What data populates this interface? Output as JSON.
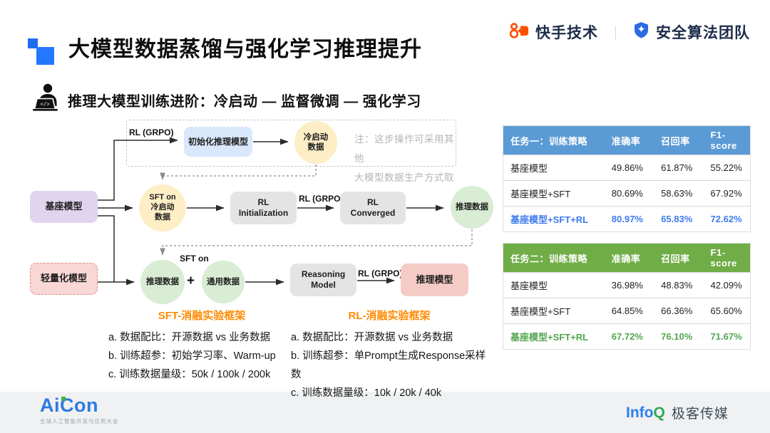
{
  "slide": {
    "title": "大模型数据蒸馏与强化学习推理提升",
    "subtitle": "推理大模型训练进阶：冷启动 — 监督微调 — 强化学习",
    "brand": {
      "org1": "快手技术",
      "divider": "｜",
      "org2": "安全算法团队"
    }
  },
  "flowchart": {
    "note": "注：这步操作可采用其他\n大模型数据生产方式取代",
    "labels": {
      "rl_grpo_top": "RL (GRPO)",
      "rl_grpo_mid": "RL (GRPO)",
      "rl_grpo_bottom": "RL (GRPO)",
      "sft_on": "SFT on",
      "plus": "+"
    },
    "nodes": {
      "init_reasoning_model": "初始化推理模型",
      "cold_start_data": "冷启动\n数据",
      "base_model": "基座模型",
      "sft_cold_start": "SFT on\n冷启动\n数据",
      "rl_initialization": "RL\nInitialization",
      "rl_converged": "RL\nConverged",
      "reasoning_data_mid": "推理数据",
      "lightweight_model": "轻量化模型",
      "reasoning_data": "推理数据",
      "general_data": "通用数据",
      "reasoning_model": "Reasoning\nModel",
      "final_reasoning_model": "推理模型"
    }
  },
  "tables": [
    {
      "header_color": "#5b9bd5",
      "highlight_color": "#3d7bee",
      "columns": [
        "任务一：训练策略",
        "准确率",
        "召回率",
        "F1-score"
      ],
      "rows": [
        {
          "highlight": false,
          "cells": [
            "基座模型",
            "49.86%",
            "61.87%",
            "55.22%"
          ]
        },
        {
          "highlight": false,
          "cells": [
            "基座模型+SFT",
            "80.69%",
            "58.63%",
            "67.92%"
          ]
        },
        {
          "highlight": true,
          "cells": [
            "基座模型+SFT+RL",
            "80.97%",
            "65.83%",
            "72.62%"
          ]
        }
      ]
    },
    {
      "header_color": "#70ad47",
      "highlight_color": "#53a551",
      "columns": [
        "任务二：训练策略",
        "准确率",
        "召回率",
        "F1-score"
      ],
      "rows": [
        {
          "highlight": false,
          "cells": [
            "基座模型",
            "36.98%",
            "48.83%",
            "42.09%"
          ]
        },
        {
          "highlight": false,
          "cells": [
            "基座模型+SFT",
            "64.85%",
            "66.36%",
            "65.60%"
          ]
        },
        {
          "highlight": true,
          "cells": [
            "基座模型+SFT+RL",
            "67.72%",
            "76.10%",
            "71.67%"
          ]
        }
      ]
    }
  ],
  "ablation": [
    {
      "title": "SFT-消融实验框架",
      "items": [
        "a. 数据配比：开源数据 vs 业务数据",
        "b. 训练超参：初始学习率、Warm-up",
        "c. 训练数据量级：50k / 100k / 200k"
      ]
    },
    {
      "title": "RL-消融实验框架",
      "items": [
        "a. 数据配比：开源数据 vs 业务数据",
        "b. 训练超参：单Prompt生成Response采样数",
        "c. 训练数据量级：10k / 20k / 40k"
      ]
    }
  ],
  "footer": {
    "aicon": "AiCon",
    "aicon_tagline": "全球人工智能开发与应用大会",
    "infoq_info": "Info",
    "infoq_q": "Q",
    "infoq_media": "极客传媒"
  },
  "colors": {
    "kuaishou_orange": "#ff5000",
    "brand_navy": "#1c2b4a",
    "shield_blue": "#2d6ae3",
    "title_icon_blue": "#2478ff",
    "ablation_orange": "#ff8a00",
    "node_blue": "#d9e8fb",
    "node_yellow": "#fdeec6",
    "node_purple": "#e0d4ee",
    "node_gray": "#e4e4e4",
    "node_green": "#d9ecd4",
    "node_pink": "#f8d7d5",
    "node_red": "#f5cbc6",
    "footer_bg": "#eff1f2"
  }
}
